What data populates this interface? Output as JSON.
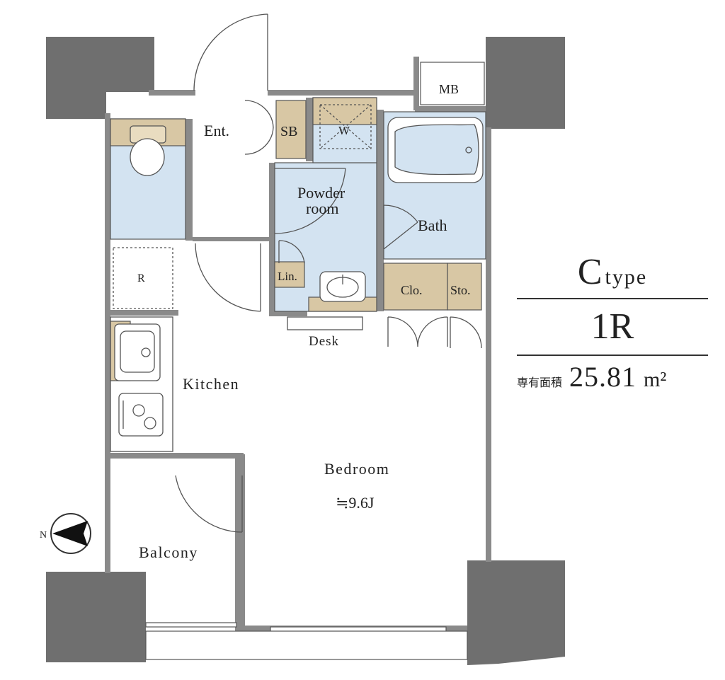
{
  "header": {
    "type_letter": "C",
    "type_word": "type",
    "layout": "1R",
    "area_label": "専有面積",
    "area_value": "25.81",
    "area_unit": "m²"
  },
  "rooms": {
    "entrance": "Ent.",
    "shoe_box": "SB",
    "washer": "W",
    "meter_box": "MB",
    "powder_room_line1": "Powder",
    "powder_room_line2": "room",
    "bath": "Bath",
    "refrigerator": "R",
    "linen": "Lin.",
    "closet": "Clo.",
    "storage": "Sto.",
    "desk": "Desk",
    "kitchen": "Kitchen",
    "bedroom": "Bedroom",
    "bedroom_size": "≒9.6J",
    "balcony": "Balcony"
  },
  "compass": {
    "north_label": "N"
  },
  "colors": {
    "wet_area": "#d3e3f1",
    "storage": "#d8c7a4",
    "wall": "#8a8a8a",
    "column": "#6f6f6f",
    "line": "#333333"
  }
}
